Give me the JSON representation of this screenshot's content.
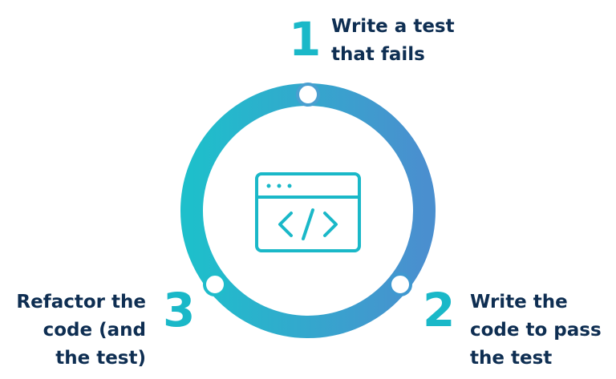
{
  "steps": [
    {
      "number": "1",
      "lines": [
        "Write a test",
        "that fails"
      ]
    },
    {
      "number": "2",
      "lines": [
        "Write the",
        "code to pass",
        "the test"
      ]
    },
    {
      "number": "3",
      "lines": [
        "Refactor the",
        "code (and",
        "the test)"
      ]
    }
  ],
  "center_icon": "code-window-icon",
  "colors": {
    "ring_start": "#1ebfcb",
    "ring_end": "#4a8fcf",
    "number": "#1ab8c8",
    "text": "#0e2e52",
    "icon": "#1ab8c8",
    "node_fill": "#ffffff"
  }
}
